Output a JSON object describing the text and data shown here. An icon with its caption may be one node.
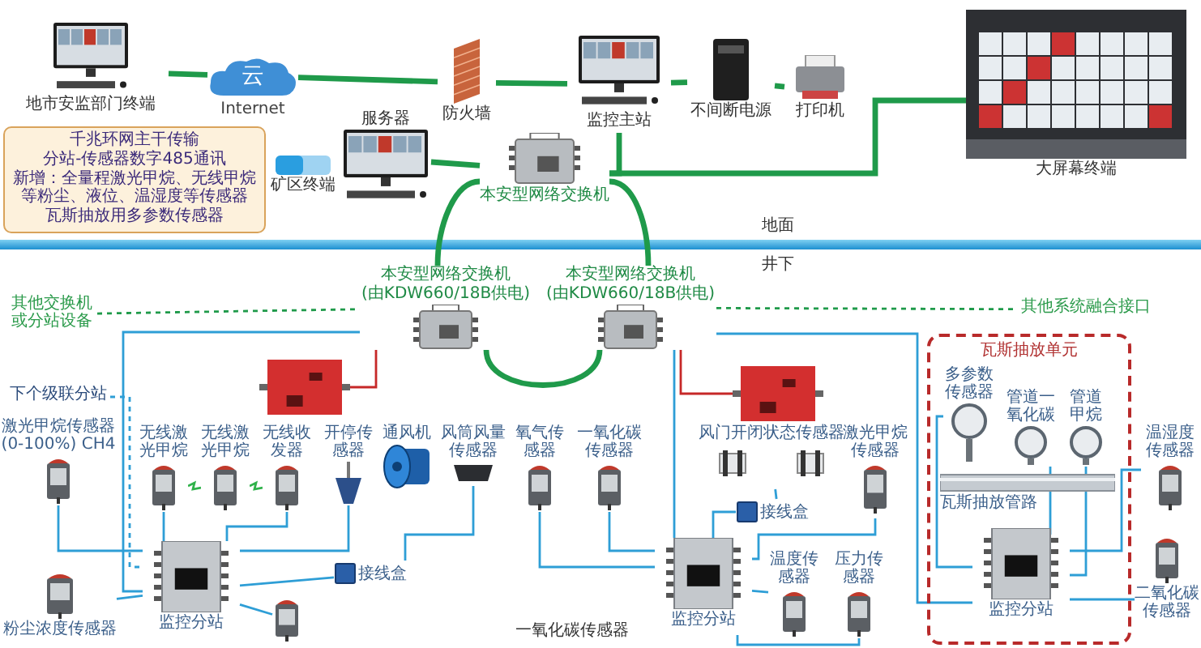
{
  "diagram": {
    "nodes": [
      {
        "text": [
          "地市安监部门终端"
        ]
      },
      {
        "text": [
          "云"
        ],
        "beside": [
          "Internet"
        ]
      },
      {
        "text": [
          "防火墙"
        ]
      },
      {
        "text": [
          "监控主站"
        ]
      },
      {
        "text": [
          "不间断电源"
        ]
      },
      {
        "text": [
          "打印机"
        ]
      },
      {
        "text": [
          "大屏幕终端"
        ]
      },
      {
        "text": [
          "服务器"
        ]
      },
      {
        "text": [
          "矿区终端"
        ]
      },
      {
        "text": [
          "本安型网络交换机"
        ]
      },
      {
        "text": [
          "千兆环网主干传输",
          "分站-传感器数字485通讯",
          "新增：全量程激光甲烷、无线甲烷等粉尘、液位、温湿度等传感器",
          "瓦斯抽放用多参数传感器"
        ]
      },
      {
        "text": [
          "本安型网络交换机",
          "(由KDW660/18B供电)"
        ]
      },
      {
        "text": [
          "本安型网络交换机",
          "(由KDW660/18B供电)"
        ]
      },
      {
        "text": [],
        "shape": "picture"
      },
      {
        "text": [],
        "shape": "picture"
      },
      {
        "text": [
          "其他交换机或分站设备"
        ]
      },
      {
        "text": [
          "其他系统融合接口"
        ]
      },
      {
        "text": [
          "瓦斯抽放单元"
        ]
      },
      {
        "text": [
          "下个级联分站"
        ]
      },
      {
        "text": [
          "激光甲烷传感器 (0-100%) CH4"
        ]
      },
      {
        "text": [
          "无线激光甲烷"
        ]
      },
      {
        "text": [
          "无线激光甲烷"
        ]
      },
      {
        "text": [
          "无线收发器"
        ]
      },
      {
        "text": [
          "开停传感器"
        ]
      },
      {
        "text": [
          "通风机"
        ]
      },
      {
        "text": [
          "风筒风量传感器"
        ]
      },
      {
        "text": [
          "氧气传感器"
        ]
      },
      {
        "text": [
          "一氧化碳传感器"
        ]
      },
      {
        "text": [
          "监控分站"
        ]
      },
      {
        "text": [
          "接线盒"
        ]
      },
      {
        "text": [
          "粉尘浓度传感器"
        ]
      },
      {
        "text": [],
        "shape": "picture"
      },
      {
        "text": [
          "风门开闭状态传感器"
        ]
      },
      {
        "text": [
          "接线盒"
        ]
      },
      {
        "text": [
          "激光甲烷传感器"
        ]
      },
      {
        "text": [
          "温度传感器"
        ]
      },
      {
        "text": [
          "压力传感器"
        ]
      },
      {
        "text": [
          "监控分站"
        ]
      },
      {
        "text": [
          "多参数传感器"
        ],
        "in": 17
      },
      {
        "text": [
          "管道一氧化碳"
        ],
        "in": 17
      },
      {
        "text": [
          "管道甲烷"
        ],
        "in": 17
      },
      {
        "text": [
          "瓦斯抽放管路"
        ],
        "in": 17
      },
      {
        "text": [
          "监控分站"
        ],
        "in": 17
      },
      {
        "text": [
          "温湿度传感器"
        ]
      },
      {
        "text": [
          "二氧化碳传感器"
        ]
      }
    ],
    "edges": [
      {
        "from": 0,
        "to": 1,
        "arrow": "none",
        "style": "thick",
        "color": "#1f9a4a"
      },
      {
        "from": 1,
        "to": 2,
        "arrow": "none",
        "style": "thick",
        "color": "#1f9a4a"
      },
      {
        "from": 2,
        "to": 3,
        "arrow": "none",
        "style": "thick",
        "color": "#1f9a4a"
      },
      {
        "from": 3,
        "to": 4,
        "arrow": "none",
        "style": "thick",
        "color": "#1f9a4a"
      },
      {
        "from": 4,
        "to": 5,
        "arrow": "none",
        "style": "thick",
        "color": "#1f9a4a"
      },
      {
        "from": 9,
        "to": 3,
        "arrow": "none",
        "style": "thick",
        "color": "#1f9a4a"
      },
      {
        "from": 9,
        "to": 6,
        "arrow": "none",
        "style": "thick",
        "color": "#1f9a4a"
      },
      {
        "from": 7,
        "to": 9,
        "arrow": "none",
        "style": "thick",
        "color": "#1f9a4a"
      },
      {
        "from": 9,
        "to": 11,
        "arrow": "none",
        "style": "thick",
        "color": "#1f9a4a"
      },
      {
        "from": 9,
        "to": 12,
        "arrow": "none",
        "style": "thick",
        "color": "#1f9a4a"
      },
      {
        "from": 11,
        "to": 12,
        "arrow": "none",
        "style": "thick",
        "color": "#1f9a4a"
      },
      {
        "from": 15,
        "to": 11,
        "arrow": "none",
        "style": "dashed",
        "color": "#1f9a4a"
      },
      {
        "from": 12,
        "to": 16,
        "arrow": "none",
        "style": "dashed",
        "color": "#1f9a4a"
      },
      {
        "from": 11,
        "to": 13,
        "arrow": "none",
        "color": "#c62828"
      },
      {
        "from": 12,
        "to": 14,
        "arrow": "none",
        "color": "#c62828"
      },
      {
        "from": 11,
        "to": 28,
        "arrow": "none"
      },
      {
        "from": 12,
        "to": 37,
        "arrow": "none"
      },
      {
        "from": 12,
        "to": 42,
        "arrow": "none"
      },
      {
        "from": 18,
        "to": 28,
        "arrow": "none",
        "style": "dashed"
      },
      {
        "from": 19,
        "to": 28,
        "arrow": "none"
      },
      {
        "from": 20,
        "to": 28,
        "arrow": "none"
      },
      {
        "from": 22,
        "to": 28,
        "arrow": "none"
      },
      {
        "from": 23,
        "to": 28,
        "arrow": "none"
      },
      {
        "from": 25,
        "to": 29,
        "arrow": "none"
      },
      {
        "from": 29,
        "to": 28,
        "arrow": "none"
      },
      {
        "from": 30,
        "to": 28,
        "arrow": "none"
      },
      {
        "from": 31,
        "to": 28,
        "arrow": "none"
      },
      {
        "from": 26,
        "to": 37,
        "arrow": "none"
      },
      {
        "from": 27,
        "to": 37,
        "arrow": "none"
      },
      {
        "from": 32,
        "to": 33,
        "arrow": "none"
      },
      {
        "from": 33,
        "to": 37,
        "arrow": "none"
      },
      {
        "from": 34,
        "to": 37,
        "arrow": "none"
      },
      {
        "from": 35,
        "to": 37,
        "arrow": "none"
      },
      {
        "from": 36,
        "to": 37,
        "arrow": "none"
      },
      {
        "from": 38,
        "to": 42,
        "arrow": "none"
      },
      {
        "from": 39,
        "to": 42,
        "arrow": "none"
      },
      {
        "from": 40,
        "to": 42,
        "arrow": "none"
      },
      {
        "from": 43,
        "to": 42,
        "arrow": "none"
      },
      {
        "from": 44,
        "to": 42,
        "arrow": "none"
      }
    ],
    "labels": [
      "地面",
      "井下",
      "一氧化碳传感器"
    ]
  }
}
